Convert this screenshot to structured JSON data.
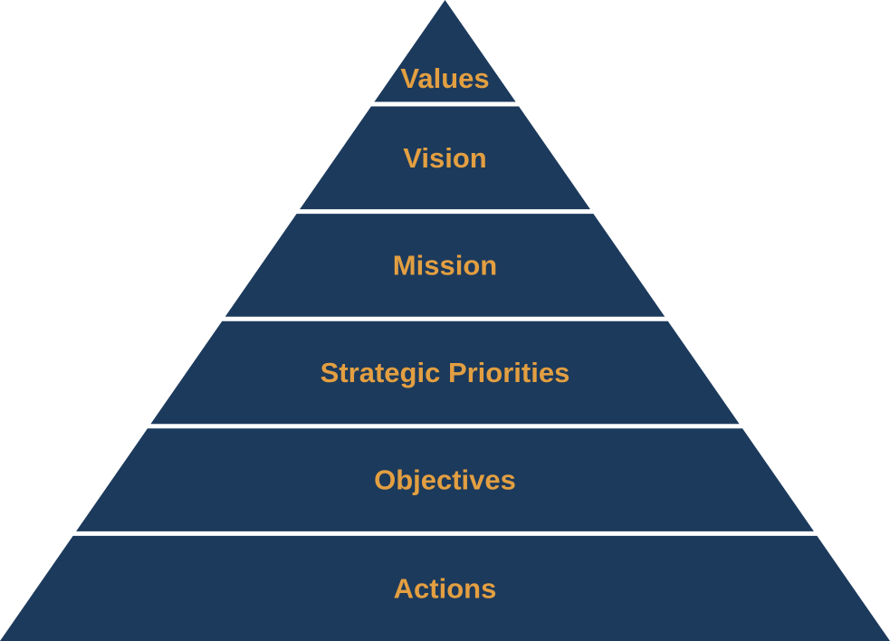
{
  "diagram": {
    "type": "pyramid",
    "colors": {
      "tier_fill": "#1c3a5c",
      "label_text": "#e39f41",
      "gap": "#ffffff"
    },
    "tiers": [
      {
        "label": "Values"
      },
      {
        "label": "Vision"
      },
      {
        "label": "Mission"
      },
      {
        "label": "Strategic Priorities"
      },
      {
        "label": "Objectives"
      },
      {
        "label": "Actions"
      }
    ]
  }
}
